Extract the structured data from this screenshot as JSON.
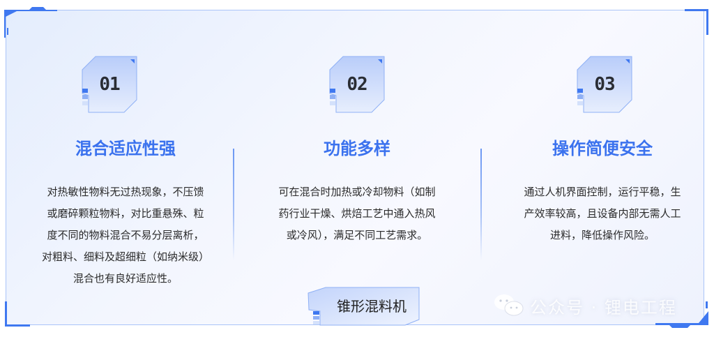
{
  "features": [
    {
      "number": "01",
      "title": "混合适应性强",
      "description_lines": [
        "对热敏性物料无过热现象，不压馈",
        "或磨碎颗粒物料，对比重悬殊、粒",
        "度不同的物料混合不易分层离析，",
        "对粗料、细料及超细粒（如纳米级）",
        "混合也有良好适应性。"
      ]
    },
    {
      "number": "02",
      "title": "功能多样",
      "description_lines": [
        "可在混合时加热或冷却物料（如制",
        "药行业干燥、烘焙工艺中通入热风",
        "或冷风），满足不同工艺需求。"
      ]
    },
    {
      "number": "03",
      "title": "操作简便安全",
      "description_lines": [
        "通过人机界面控制，运行平稳，生",
        "产效率较高，且设备内部无需人工",
        "进料，降低操作风险。"
      ]
    }
  ],
  "footer_tag": "锥形混料机",
  "watermark": {
    "icon": "wechat-icon",
    "text": "公众号 · 锂电工程"
  },
  "colors": {
    "accent": "#3b72ee",
    "corner": "#3f78f0",
    "border": "#aac4f8"
  }
}
